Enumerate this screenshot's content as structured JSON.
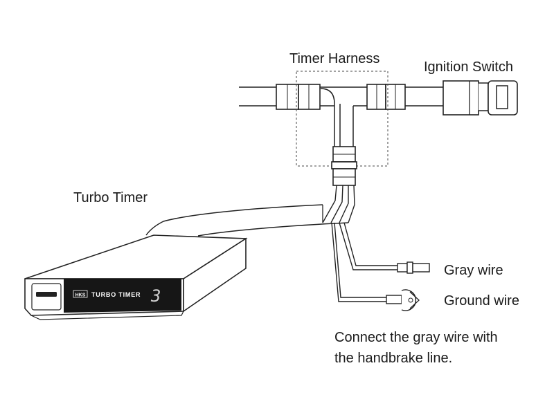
{
  "labels": {
    "timer_harness": "Timer Harness",
    "ignition_switch": "Ignition Switch",
    "turbo_timer": "Turbo Timer",
    "gray_wire": "Gray wire",
    "ground_wire": "Ground wire",
    "note_line1": "Connect the gray wire with",
    "note_line2": "the handbrake line."
  },
  "device": {
    "brand": "HKS",
    "model_name": "TURBO TIMER",
    "display_value": "3"
  },
  "colors": {
    "line": "#222222",
    "device_face": "#161616",
    "display_digit": "#cfcfcf"
  }
}
